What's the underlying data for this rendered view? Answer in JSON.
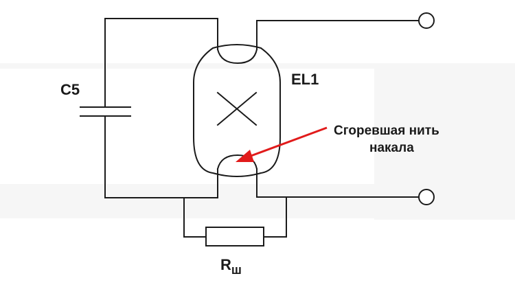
{
  "diagram": {
    "capacitor_label": "C5",
    "lamp_label": "EL1",
    "annotation_line1": "Сгоревшая нить",
    "annotation_line2": "накала",
    "resistor_label_main": "R",
    "resistor_label_sub": "ш",
    "colors": {
      "wire": "#1a1a1a",
      "arrow": "#e11b1b",
      "background": "#ffffff"
    }
  }
}
